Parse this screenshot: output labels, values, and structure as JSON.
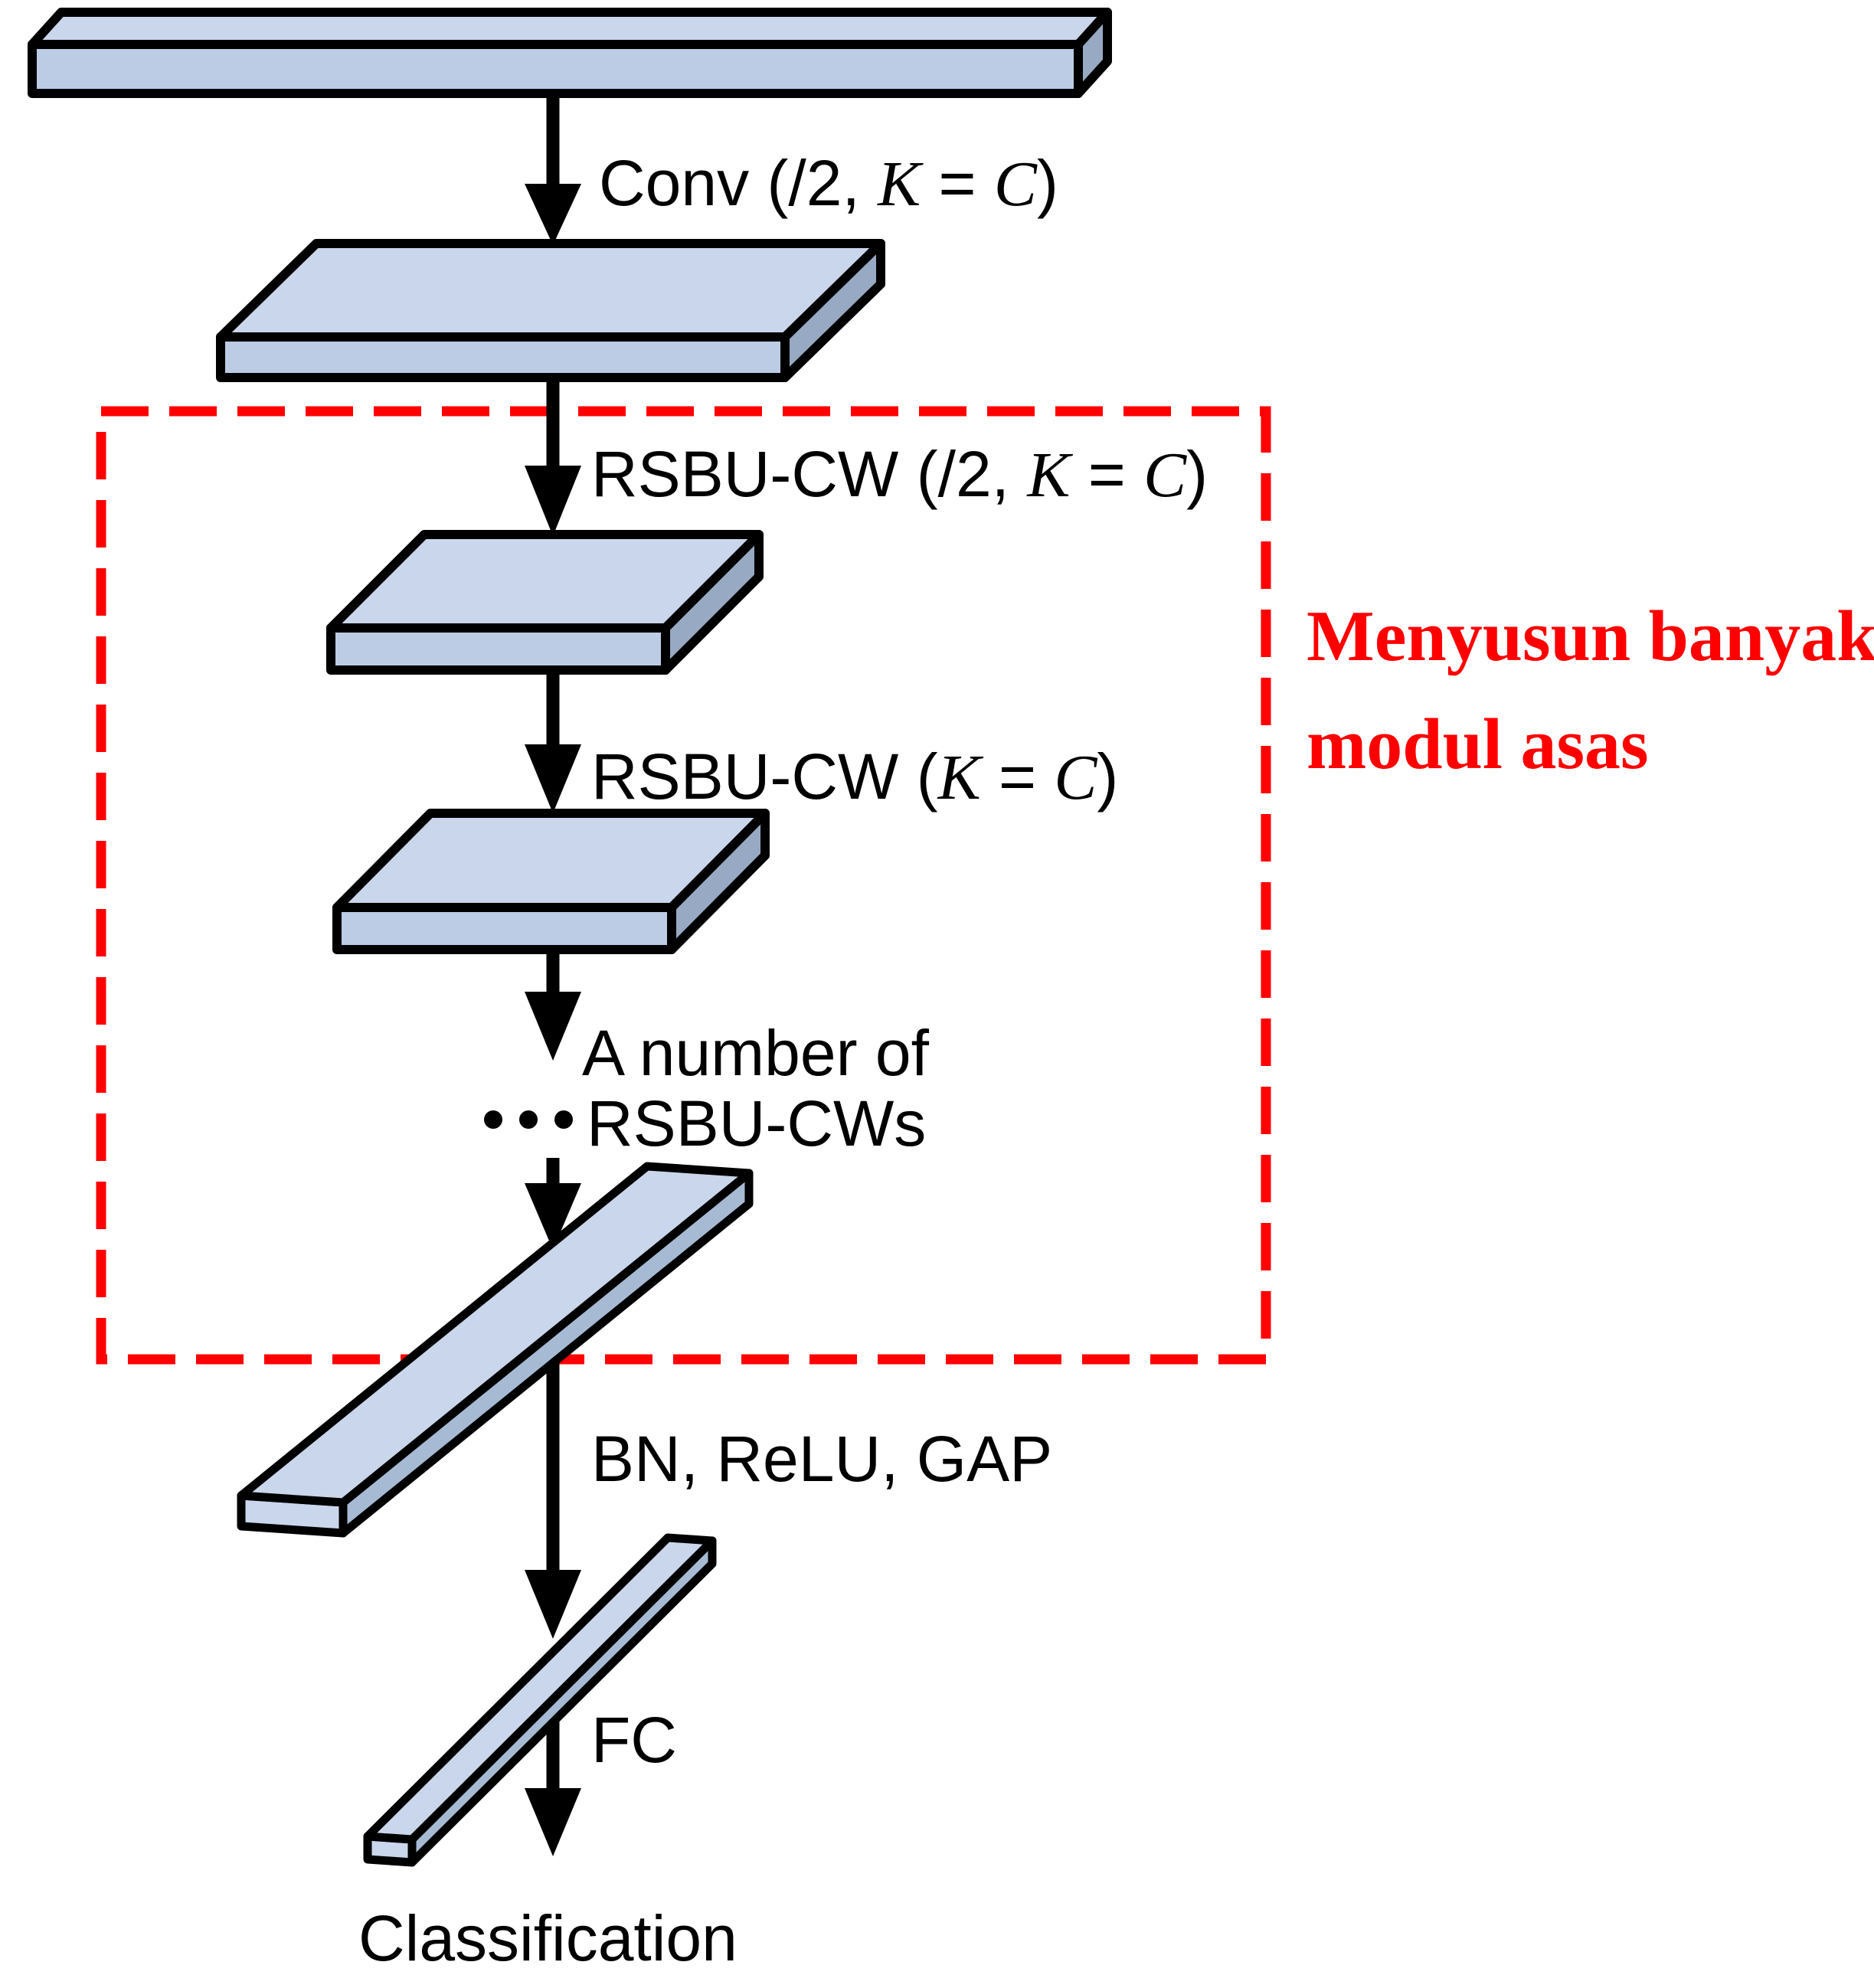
{
  "figure": {
    "background": "#ffffff",
    "colors": {
      "face_top": "#c9d6eb",
      "face_front": "#bccce5",
      "face_side": "#97a9c3",
      "outline": "#000000",
      "arrow": "#000000",
      "highlight_red": "#ff0000"
    },
    "labels": {
      "conv": {
        "pre": "Conv (/2, ",
        "k": "K",
        "eq": " = ",
        "c": "C",
        "post": ")"
      },
      "rsbu_down": {
        "pre": "RSBU-CW (/2, ",
        "k": "K",
        "eq": " = ",
        "c": "C",
        "post": ")"
      },
      "rsbu_same": {
        "pre": "RSBU-CW (",
        "k": "K",
        "eq": " = ",
        "c": "C",
        "post": ")"
      },
      "stack_line1": "A number of",
      "stack_line2": "RSBU-CWs",
      "bn_relu_gap": "BN, ReLU, GAP",
      "fc": "FC",
      "classification": "Classification"
    },
    "annotation": {
      "line1": "Menyusun banyak",
      "line2": "modul asas"
    }
  }
}
